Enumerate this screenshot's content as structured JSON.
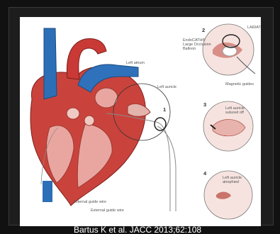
{
  "labels": {
    "left_atrium": "Left atrium",
    "left_auricle": "Left auricle",
    "endocath": "EndoCATH® Large Occlusion Balloon",
    "lariat": "LARIAT",
    "magnetic_guides": "Magnetic guides",
    "auricle_sutured": "Left auricle sutured off",
    "auricle_atrophied": "Left auricle atrophied",
    "internal_wire": "Internal guide wire",
    "external_wire": "External guide wire"
  },
  "steps": [
    "1",
    "2",
    "3",
    "4"
  ],
  "citation": "Bartus K et al. JACC 2013;62:108"
}
